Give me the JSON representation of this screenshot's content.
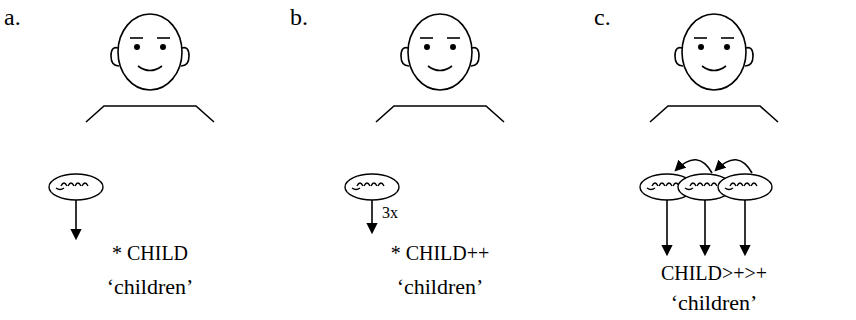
{
  "diagram": {
    "labels": [
      "a.",
      "b.",
      "c.",
      "3x",
      "* CHILD",
      "‘children’",
      "* CHILD++",
      "‘children’",
      "CHILD>+>+",
      "‘children’"
    ]
  }
}
